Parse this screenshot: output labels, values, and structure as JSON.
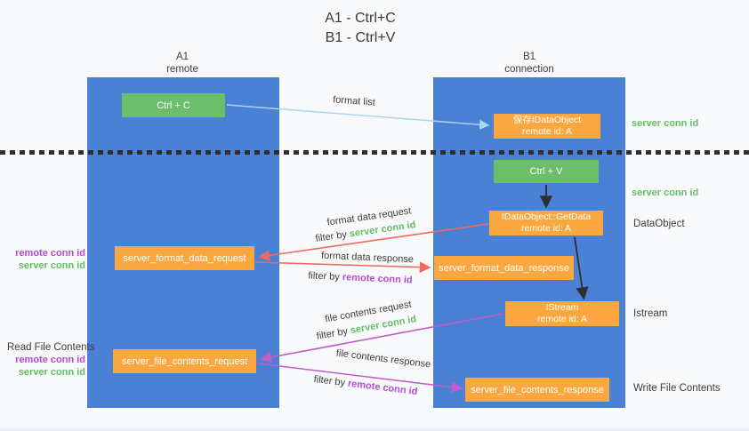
{
  "title": {
    "line1": "A1 - Ctrl+C",
    "line2": "B1 - Ctrl+V"
  },
  "lanes": {
    "a": {
      "id": "A1",
      "role": "remote"
    },
    "b": {
      "id": "B1",
      "role": "connection"
    }
  },
  "nodes": {
    "ctrl_c": {
      "label": "Ctrl + C"
    },
    "ctrl_v": {
      "label": "Ctrl + V"
    },
    "save_dataobject": {
      "line1": "保存IDataObject",
      "line2": "remote id: A"
    },
    "getdata": {
      "line1": "IDataObject::GetData",
      "line2": "remote id: A"
    },
    "istream": {
      "line1": "IStream",
      "line2": "remote id: A"
    },
    "server_format_data_request": {
      "label": "server_format_data_request"
    },
    "server_format_data_response": {
      "label": "server_format_data_response"
    },
    "server_file_contents_request": {
      "label": "server_file_contents_request"
    },
    "server_file_contents_response": {
      "label": "server_file_contents_response"
    }
  },
  "side_right": {
    "server_conn_id_top": "server conn id",
    "server_conn_id_mid": "server conn id",
    "dataobject": "DataObject",
    "istream": "Istream",
    "write_file_contents": "Write File Contents"
  },
  "side_left": {
    "format_remote_conn_id": "remote conn id",
    "format_server_conn_id": "server conn id",
    "read_file_contents": "Read File Contents",
    "file_remote_conn_id": "remote conn id",
    "file_server_conn_id": "server conn id"
  },
  "arrow_labels": {
    "format_list": "format list",
    "format_data_request": "format data request",
    "format_request_filter": {
      "prefix": "filter by",
      "key": "server conn id"
    },
    "format_data_response": "format data response",
    "format_response_filter": {
      "prefix": "filter by",
      "key": "remote conn id"
    },
    "file_contents_request": "file contents request",
    "file_request_filter": {
      "prefix": "filter by",
      "key": "server conn id"
    },
    "file_contents_response": "file contents response",
    "file_response_filter": {
      "prefix": "filter by",
      "key": "remote conn id"
    }
  },
  "colors": {
    "lane_blue": "#4a81d4",
    "node_green": "#6dbe6a",
    "node_orange": "#f9a73e",
    "arrow_lightblue": "#a9d6f5",
    "arrow_red": "#ee6a5f",
    "arrow_magenta": "#c05ccc",
    "arrow_black": "#2e2e2e",
    "text_green": "#66bd66",
    "text_purple": "#b44ecf"
  }
}
